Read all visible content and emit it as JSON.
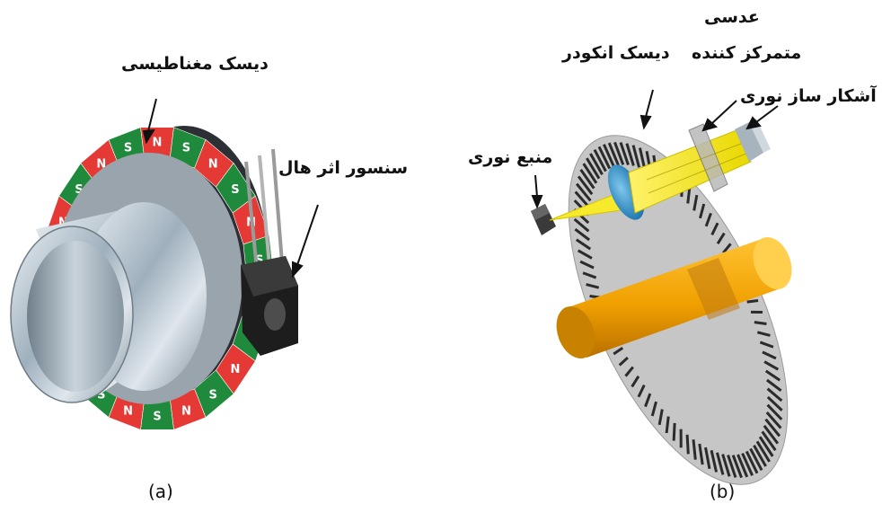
{
  "panel_a": {
    "caption": "(a)",
    "labels": {
      "magnetic_disk": "دیسک مغناطیسی",
      "hall_sensor": "سنسور اثر هال"
    },
    "pole_letters": [
      "N",
      "S"
    ],
    "colors": {
      "north_pole": "#e53935",
      "south_pole": "#1f8a3b",
      "shaft": "#a9b8c4",
      "sensor": "#2a2a2a"
    }
  },
  "panel_b": {
    "caption": "(b)",
    "labels": {
      "encoder_disk": "دیسک انکودر",
      "focusing_lens_line1": "عدسی",
      "focusing_lens_line2": "متمرکز کننده",
      "light_detector": "آشکار ساز نوری",
      "light_source": "منبع نوری"
    },
    "colors": {
      "disk": "#c8c8c8",
      "beam": "#f2e600",
      "lens": "#2e8fc7",
      "shaft": "#f0a000"
    }
  }
}
